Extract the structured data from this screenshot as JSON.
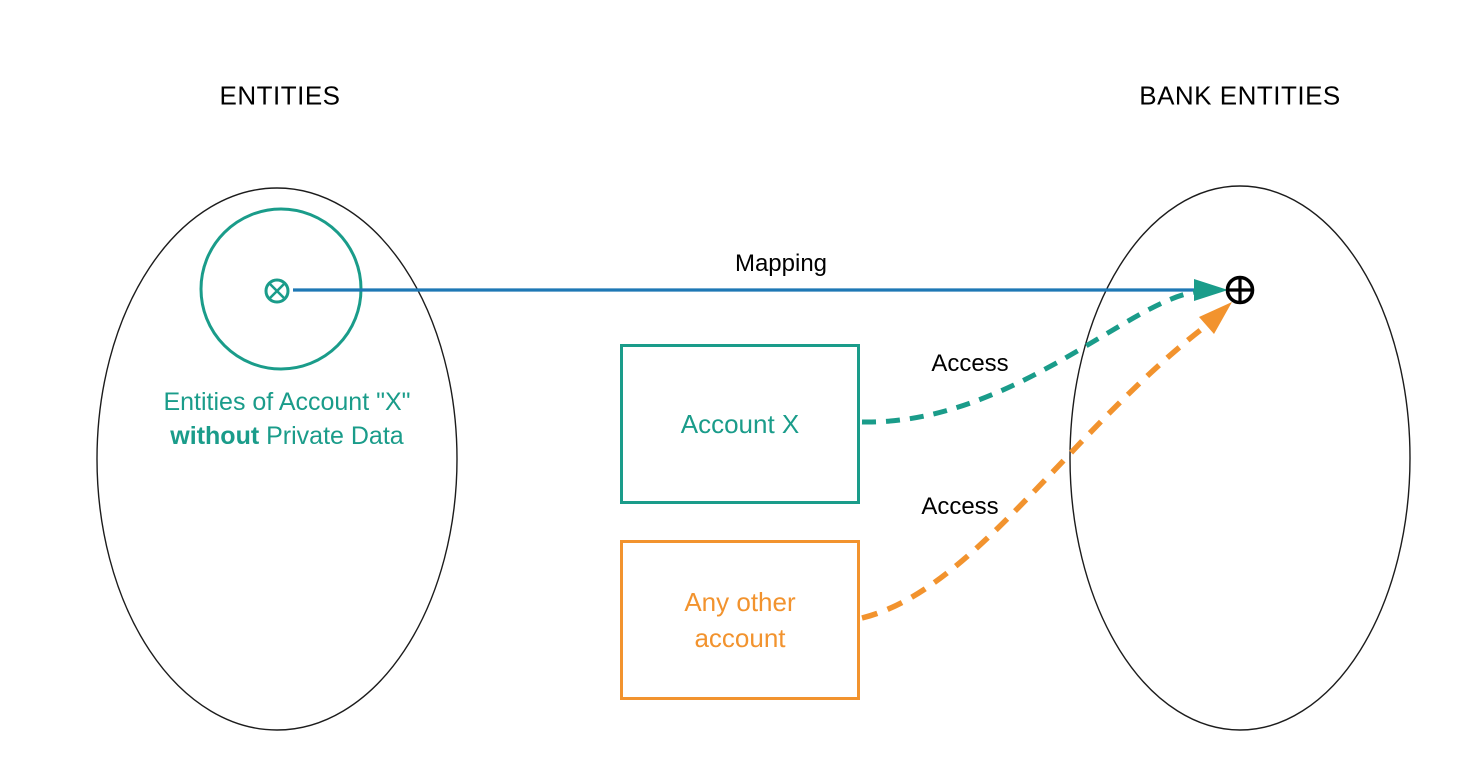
{
  "titles": {
    "left": "ENTITIES",
    "right": "BANK ENTITIES"
  },
  "labels": {
    "mapping": "Mapping",
    "access_account_x": "Access",
    "access_other_account": "Access"
  },
  "caption": {
    "line1": "Entities of Account \"X\"",
    "line2_bold": "without",
    "line2_rest": " Private Data"
  },
  "nodes": {
    "account_x": "Account X",
    "other_account": "Any other account"
  },
  "symbols": {
    "source_marker_glyph": "⊗",
    "target_marker_glyph": "⊕"
  },
  "colors": {
    "teal": "#1a9c8a",
    "blue": "#1e78b5",
    "orange": "#f2932e",
    "ink": "#000000",
    "outline": "#1c1c1c"
  }
}
